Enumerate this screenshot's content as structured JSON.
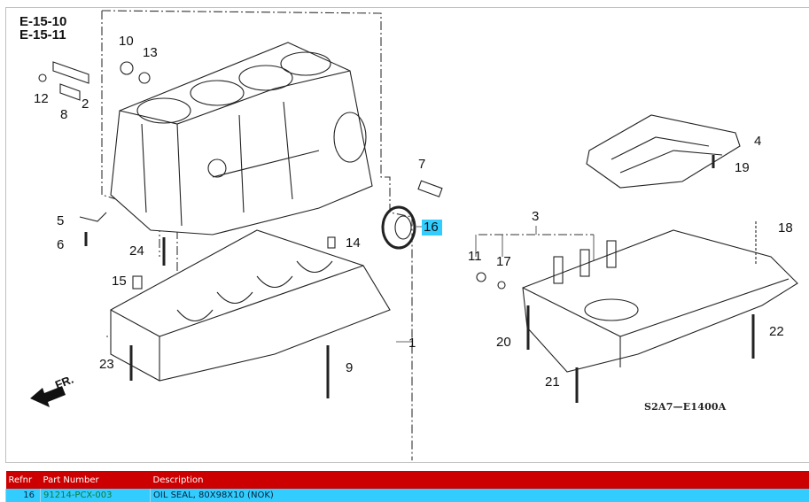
{
  "diagram": {
    "ref_headers": [
      "E-15-10",
      "E-15-11"
    ],
    "code": "S2A7—E1400A",
    "front_indicator": "FR.",
    "highlighted_ref": "16",
    "callouts": [
      "1",
      "2",
      "3",
      "4",
      "5",
      "6",
      "7",
      "8",
      "9",
      "10",
      "11",
      "12",
      "13",
      "14",
      "15",
      "16",
      "17",
      "18",
      "19",
      "20",
      "21",
      "22",
      "23",
      "24"
    ]
  },
  "parts_table": {
    "columns": [
      "Refnr",
      "Part Number",
      "Description"
    ],
    "rows": [
      {
        "refnr": "16",
        "part_number": "91214-PCX-003",
        "description": "OIL SEAL, 80X98X10 (NOK)"
      }
    ]
  },
  "colors": {
    "header_bg": "#cc0000",
    "row_bg": "#33ccff",
    "highlight": "#33ccff",
    "part_number_text": "#0a7a3a"
  }
}
